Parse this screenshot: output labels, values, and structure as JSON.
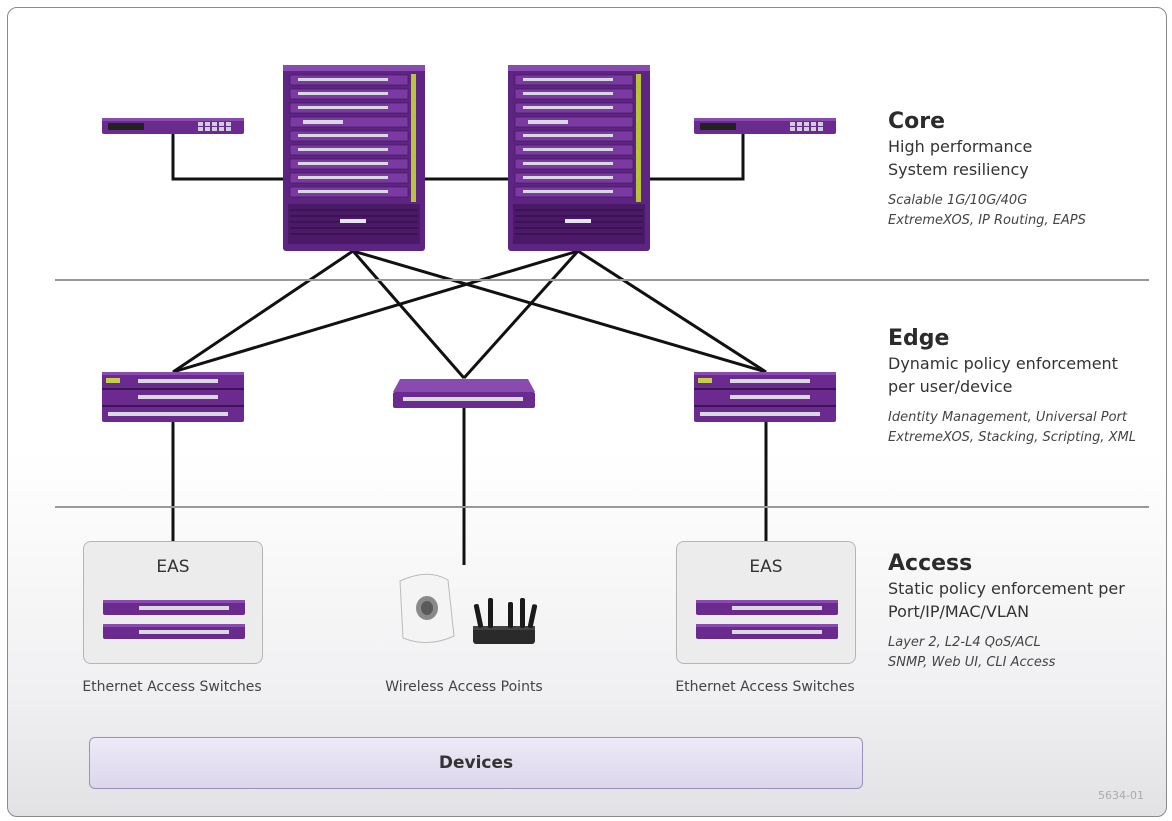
{
  "tiers": {
    "core": {
      "title": "Core",
      "line1": "High performance",
      "line2": "System resiliency",
      "tech1": "Scalable 1G/10G/40G",
      "tech2": "ExtremeXOS, IP Routing, EAPS"
    },
    "edge": {
      "title": "Edge",
      "line1": "Dynamic policy enforcement",
      "line2": "per user/device",
      "tech1": "Identity Management, Universal Port",
      "tech2": "ExtremeXOS, Stacking, Scripting, XML"
    },
    "access": {
      "title": "Access",
      "line1": "Static policy enforcement per",
      "line2": "Port/IP/MAC/VLAN",
      "tech1": "Layer 2, L2-L4 QoS/ACL",
      "tech2": "SNMP, Web UI, CLI Access"
    }
  },
  "access_groups": {
    "left": {
      "box_label": "EAS",
      "caption": "Ethernet Access Switches"
    },
    "middle": {
      "caption": "Wireless Access Points"
    },
    "right": {
      "box_label": "EAS",
      "caption": "Ethernet Access Switches"
    }
  },
  "devices_bar": {
    "label": "Devices"
  },
  "figure_id": "5634-01",
  "colors": {
    "device_purple": "#6a2a8e",
    "device_purple_light": "#8a4bb0",
    "port_silver": "#cfcfd6",
    "devices_fill": "#e4dff0"
  },
  "icons": [
    "core-chassis-switch",
    "stackable-edge-switch",
    "access-switch",
    "wireless-access-point",
    "cellular-router"
  ]
}
